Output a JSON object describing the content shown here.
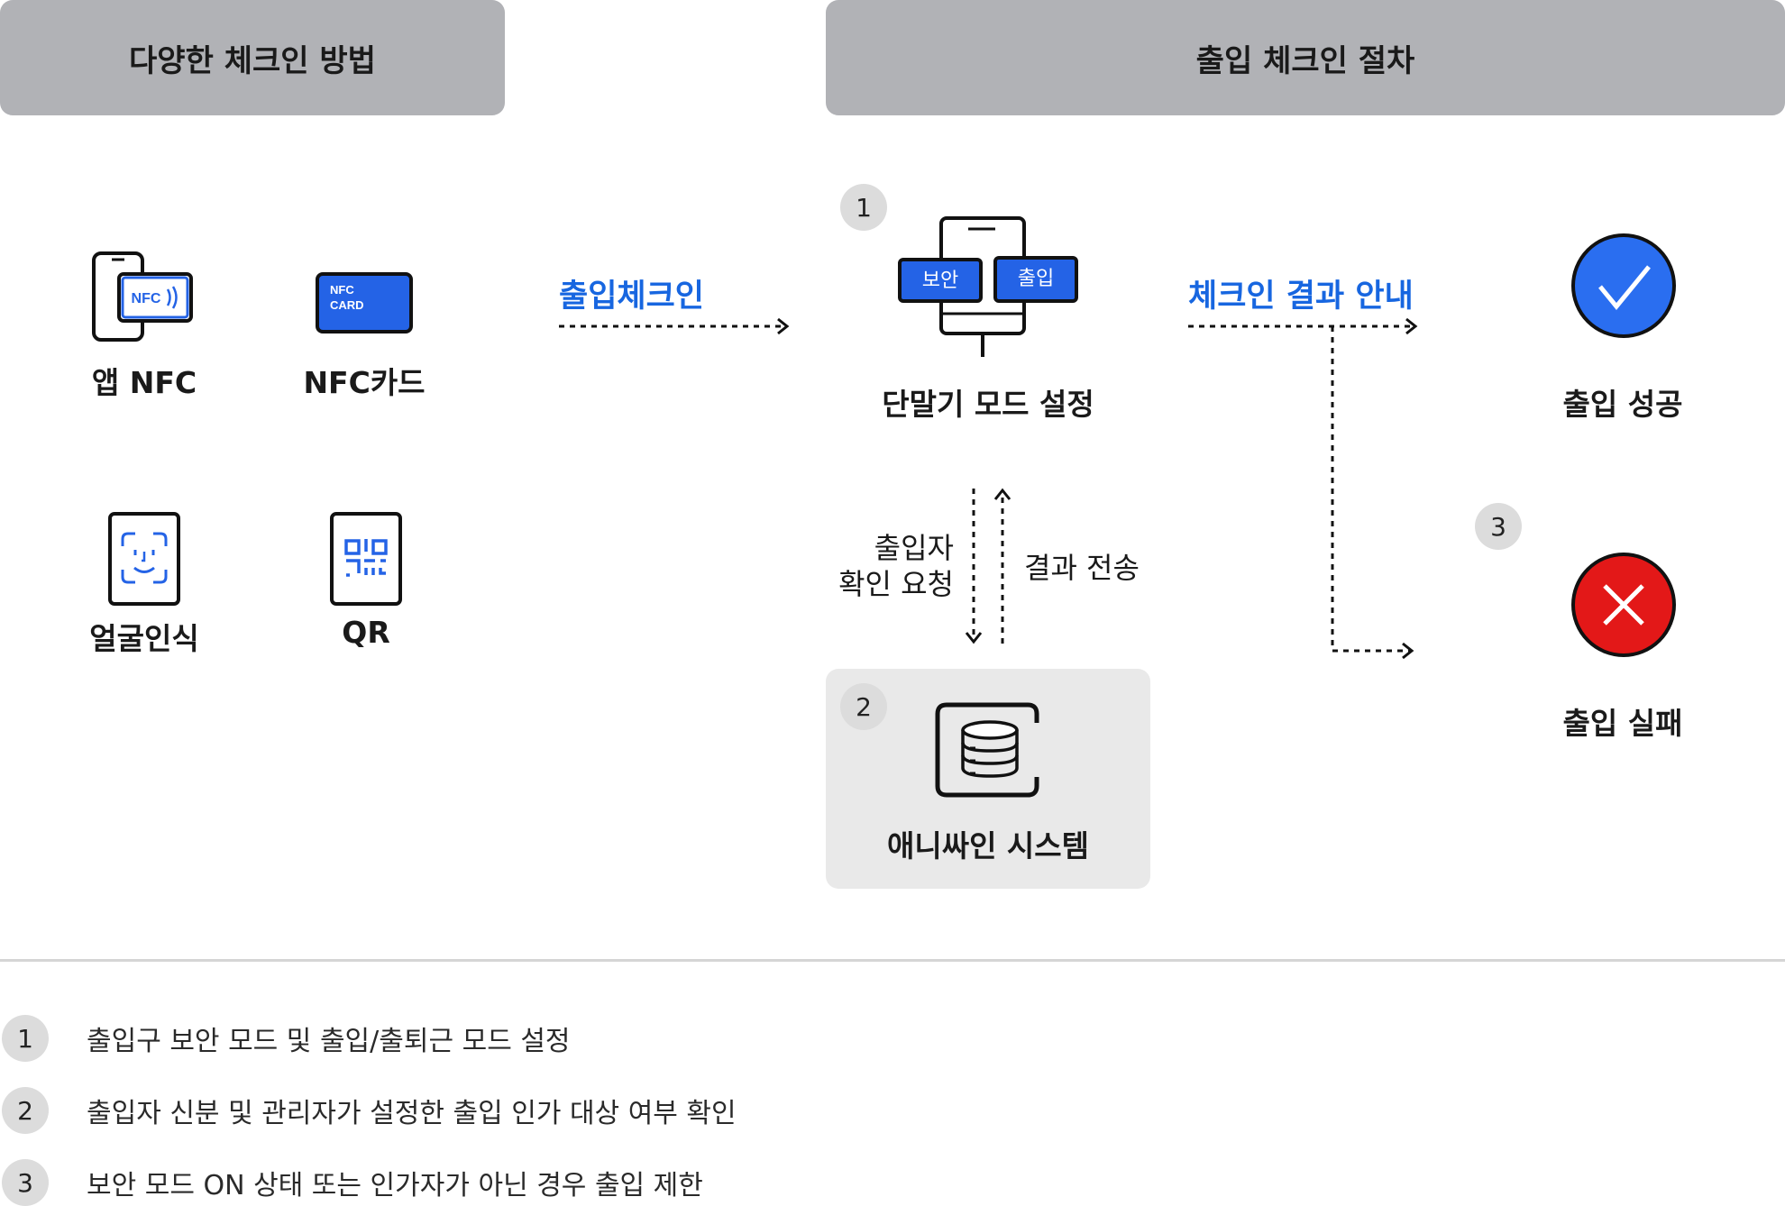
{
  "headers": {
    "methods": "다양한 체크인 방법",
    "procedure": "출입 체크인 절차"
  },
  "methods": [
    {
      "label": "앱 NFC",
      "icon": "phone-nfc-icon",
      "icon_text": "NFC"
    },
    {
      "label": "NFC카드",
      "icon": "nfc-card-icon",
      "icon_text_1": "NFC",
      "icon_text_2": "CARD"
    },
    {
      "label": "얼굴인식",
      "icon": "face-recognition-icon"
    },
    {
      "label": "QR",
      "icon": "qr-code-icon"
    }
  ],
  "flow": {
    "checkin_label": "출입체크인",
    "result_label": "체크인 결과 안내",
    "terminal": {
      "step": "1",
      "label": "단말기 모드 설정",
      "mode_security": "보안",
      "mode_entry": "출입"
    },
    "request": {
      "line1": "출입자",
      "line2": "확인 요청"
    },
    "response": "결과 전송",
    "system": {
      "step": "2",
      "label": "애니싸인 시스템"
    },
    "success": {
      "label": "출입 성공"
    },
    "failure": {
      "step": "3",
      "label": "출입 실패"
    }
  },
  "notes": [
    {
      "num": "1",
      "text": "출입구 보안 모드 및 출입/출퇴근 모드 설정"
    },
    {
      "num": "2",
      "text": "출입자 신분 및 관리자가 설정한 출입 인가 대상 여부 확인"
    },
    {
      "num": "3",
      "text": "보안 모드 ON 상태 또는 인가자가 아닌 경우 출입 제한"
    }
  ],
  "colors": {
    "header_bg": "#b1b2b6",
    "accent_blue": "#1766e0",
    "icon_blue": "#2463e6",
    "success_blue": "#2a6ef0",
    "fail_red": "#e31818",
    "system_bg": "#e9e9e9"
  }
}
